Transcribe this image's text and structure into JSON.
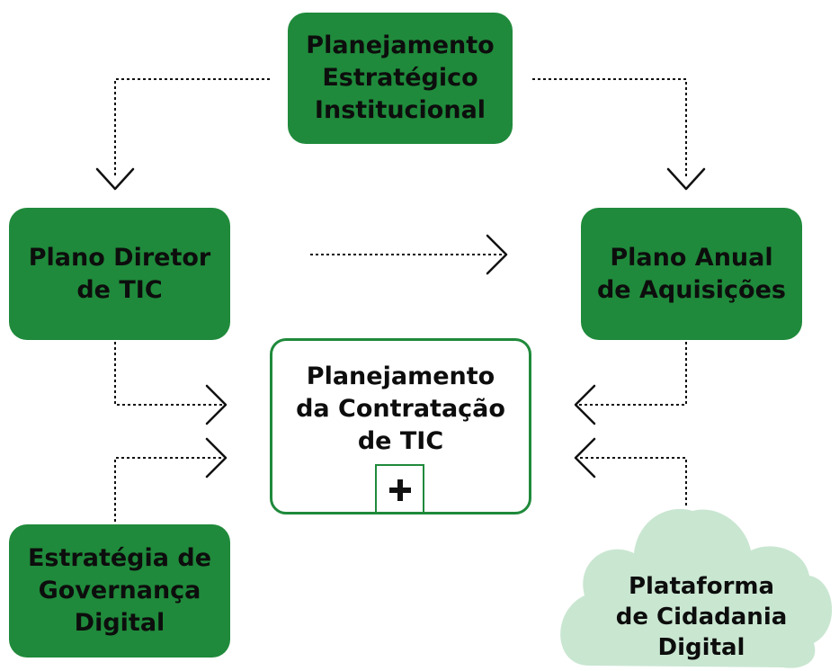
{
  "colors": {
    "primary_green": "#1f8a3b",
    "cloud_fill": "#c9e6d1",
    "text": "#0d0d0d",
    "connector": "#111111"
  },
  "nodes": {
    "planejamento_estrategico": "Planejamento\nEstratégico\nInstitucional",
    "plano_diretor": "Plano Diretor\nde TIC",
    "plano_anual": "Plano Anual\nde Aquisições",
    "planejamento_contratacao": "Planejamento\nda Contratação\nde TIC",
    "estrategia_governanca": "Estratégia de\nGovernança\nDigital",
    "plataforma_cidadania": "Plataforma\nde Cidadania\nDigital"
  },
  "icons": {
    "expand_marker": "plus-icon",
    "connector_heads": "chevron-arrow-icon"
  }
}
